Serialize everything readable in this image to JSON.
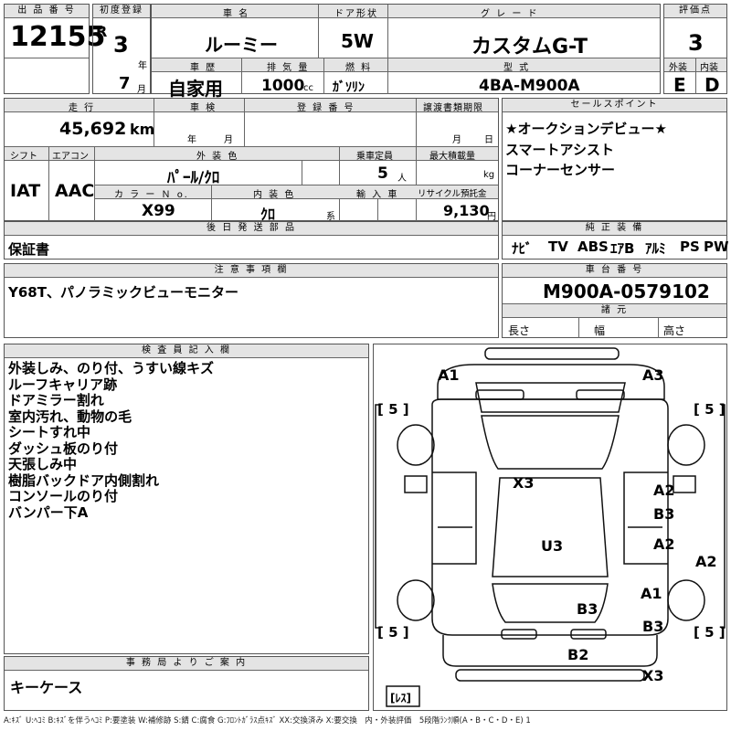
{
  "header": {
    "lot_label": "出 品 番 号",
    "lot_number": "12155",
    "first_reg_label": "初度登録",
    "era": "R",
    "year": "3",
    "year_unit": "年",
    "month": "7",
    "month_unit": "月",
    "car_name_label": "車 名",
    "car_name": "ルーミー",
    "door_label": "ドア形状",
    "door": "5W",
    "grade_label": "グ レ ー ド",
    "grade": "カスタムG-T",
    "score_label": "評価点",
    "score": "3",
    "history_label": "車 歴",
    "history": "自家用",
    "displacement_label": "排 気 量",
    "displacement": "1000",
    "displacement_unit": "cc",
    "fuel_label": "燃 料",
    "fuel": "ｶﾞｿﾘﾝ",
    "model_label": "型 式",
    "model": "4BA-M900A",
    "exterior_label": "外装",
    "exterior_grade": "E",
    "interior_label": "内装",
    "interior_grade": "D"
  },
  "row2": {
    "mileage_label": "走 行",
    "mileage": "45,692",
    "mileage_unit": "km",
    "inspection_label": "車 検",
    "inspection_year_unit": "年",
    "inspection_month_unit": "月",
    "reg_no_label": "登 録 番 号",
    "transfer_label": "譲渡書類期限",
    "transfer_month_unit": "月",
    "transfer_day_unit": "日",
    "shift_label": "シフト",
    "shift": "IAT",
    "ac_label": "エアコン",
    "ac": "AAC",
    "ext_color_label": "外 装 色",
    "ext_color": "ﾊﾟｰﾙ/ｸﾛ",
    "capacity_label": "乗車定員",
    "capacity": "5",
    "capacity_unit": "人",
    "load_label": "最大積載量",
    "load_unit": "kg",
    "color_no_label": "カ ラ ー Ｎ o.",
    "color_no": "X99",
    "int_color_label": "内 装 色",
    "int_color": "ｸﾛ",
    "int_color_unit": "系",
    "import_label": "輸 入 車",
    "recycle_label": "リサイクル預託金",
    "recycle": "9,130",
    "recycle_unit": "円"
  },
  "sales": {
    "label": "セールスポイント",
    "points": [
      "★オークションデビュー★",
      "スマートアシスト",
      "コーナーセンサー"
    ]
  },
  "later_parts": {
    "label": "後 日 発 送 部 品",
    "value": "保証書"
  },
  "equipment": {
    "label": "純 正 装 備",
    "items": [
      "ﾅﾋﾞ",
      "TV",
      "ABS",
      "ｴｱB",
      "ｱﾙﾐ",
      "PS",
      "PW"
    ]
  },
  "notes": {
    "label": "注 意 事 項 欄",
    "value": "Y68T、パノラミックビューモニター"
  },
  "chassis": {
    "label": "車 台 番 号",
    "value": "M900A-0579102",
    "dims_label": "諸 元",
    "length_label": "長さ",
    "width_label": "幅",
    "height_label": "高さ"
  },
  "inspector": {
    "label": "検 査 員 記 入 欄",
    "lines": [
      "外装しみ、のり付、うすい線キズ",
      "ルーフキャリア跡",
      "ドアミラー割れ",
      "室内汚れ、動物の毛",
      "シートすれ中",
      "ダッシュ板のり付",
      "天張しみ中",
      "樹脂バックドア内側割れ",
      "コンソールのり付",
      "バンパー下A"
    ]
  },
  "office": {
    "label": "事 務 局 よ り ご 案 内",
    "value": "キーケース"
  },
  "diagram": {
    "marks": [
      "A1",
      "A3",
      "X3",
      "A2",
      "B3",
      "U3",
      "A2",
      "A2",
      "A1",
      "B3",
      "B3",
      "B2",
      "X3"
    ],
    "tyres": [
      "[ 5 ]",
      "[ 5 ]",
      "[ 5 ]",
      "[ 5 ]"
    ],
    "spare": "[ﾚｽ]"
  },
  "legend": "A:ｷｽﾞ U:ﾍｺﾐ B:ｷｽﾞを伴うﾍｺﾐ P:要塗装 W:補修跡 S:錆 C:腐食 G:ﾌﾛﾝﾄｶﾞﾗｽ点ｷｽﾞ XX:交換済み X:要交換　内・外装評価　5段階ﾗﾝｸ順(A・B・C・D・E) 1"
}
